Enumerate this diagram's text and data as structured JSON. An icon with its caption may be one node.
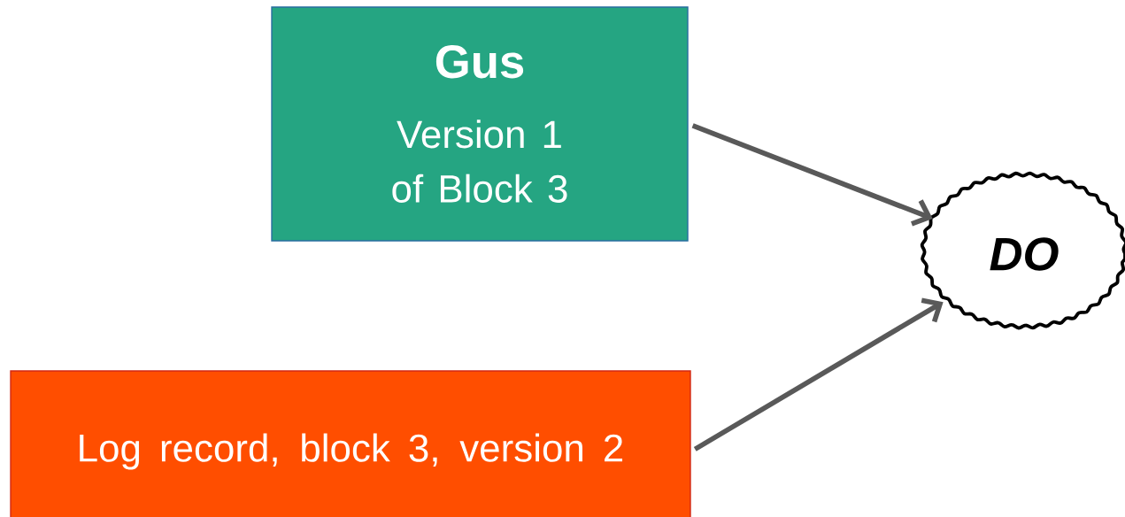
{
  "diagram": {
    "nodes": [
      {
        "text": [
          "Gus",
          "Version 1 of Block 3"
        ]
      },
      {
        "text": [
          "Log record, block 3, version 2"
        ]
      },
      {
        "text": [
          "DO"
        ]
      }
    ],
    "edges": [
      {
        "from": 0,
        "to": 2,
        "arrow": "to"
      },
      {
        "from": 1,
        "to": 2,
        "arrow": "to"
      }
    ]
  }
}
